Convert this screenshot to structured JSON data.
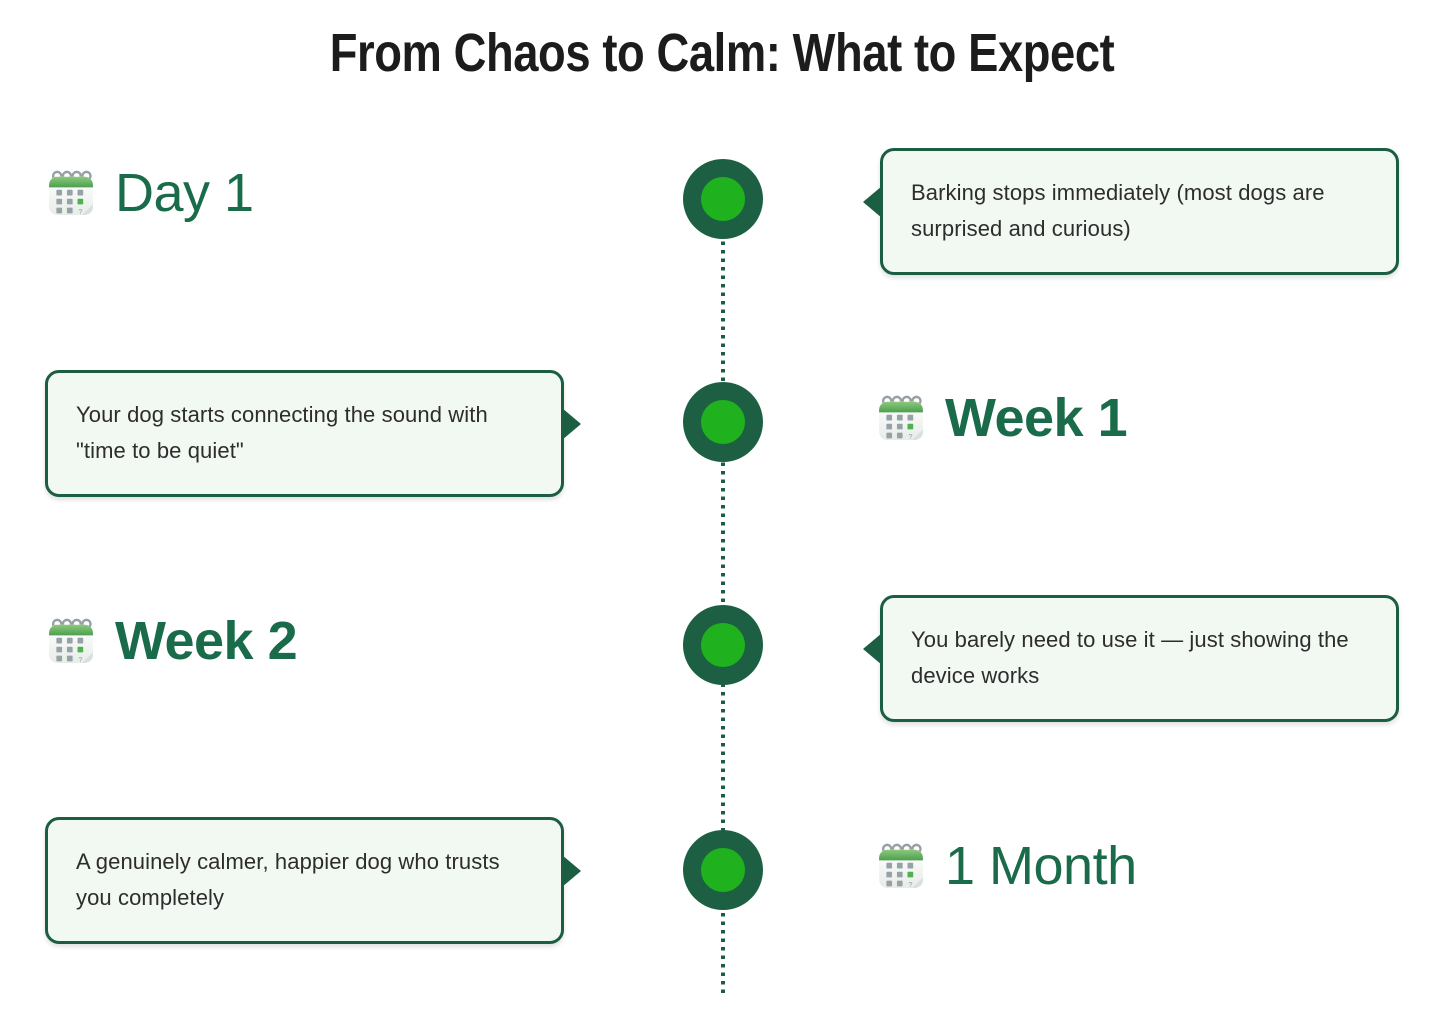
{
  "title": "From Chaos to Calm: What to Expect",
  "theme": {
    "title_color": "#1C1C1C",
    "label_green": "#1A6B4A",
    "node_ring_green": "#1C5F43",
    "node_core_green": "#20B21E",
    "dotted_line_green": "#1B5E42",
    "bubble_background": "#F2F8F2",
    "bubble_border": "#1B5E42",
    "bubble_text_color": "#2D2D2D"
  },
  "timeline": {
    "milestones": [
      {
        "label": "Day 1",
        "icon": "calendar-icon",
        "label_side": "left",
        "label_bold": false,
        "note": "Barking stops immediately (most dogs are surprised and curious)",
        "note_side": "right"
      },
      {
        "label": "Week 1",
        "icon": "calendar-icon",
        "label_side": "right",
        "label_bold": true,
        "note": "Your dog starts connecting the sound with \"time to be quiet\"",
        "note_side": "left"
      },
      {
        "label": "Week 2",
        "icon": "calendar-icon",
        "label_side": "left",
        "label_bold": true,
        "note": "You barely need to use it — just showing the device works",
        "note_side": "right"
      },
      {
        "label": "1 Month",
        "icon": "calendar-icon",
        "label_side": "right",
        "label_bold": false,
        "note": "A genuinely calmer, happier dog who trusts you completely",
        "note_side": "left"
      }
    ]
  }
}
